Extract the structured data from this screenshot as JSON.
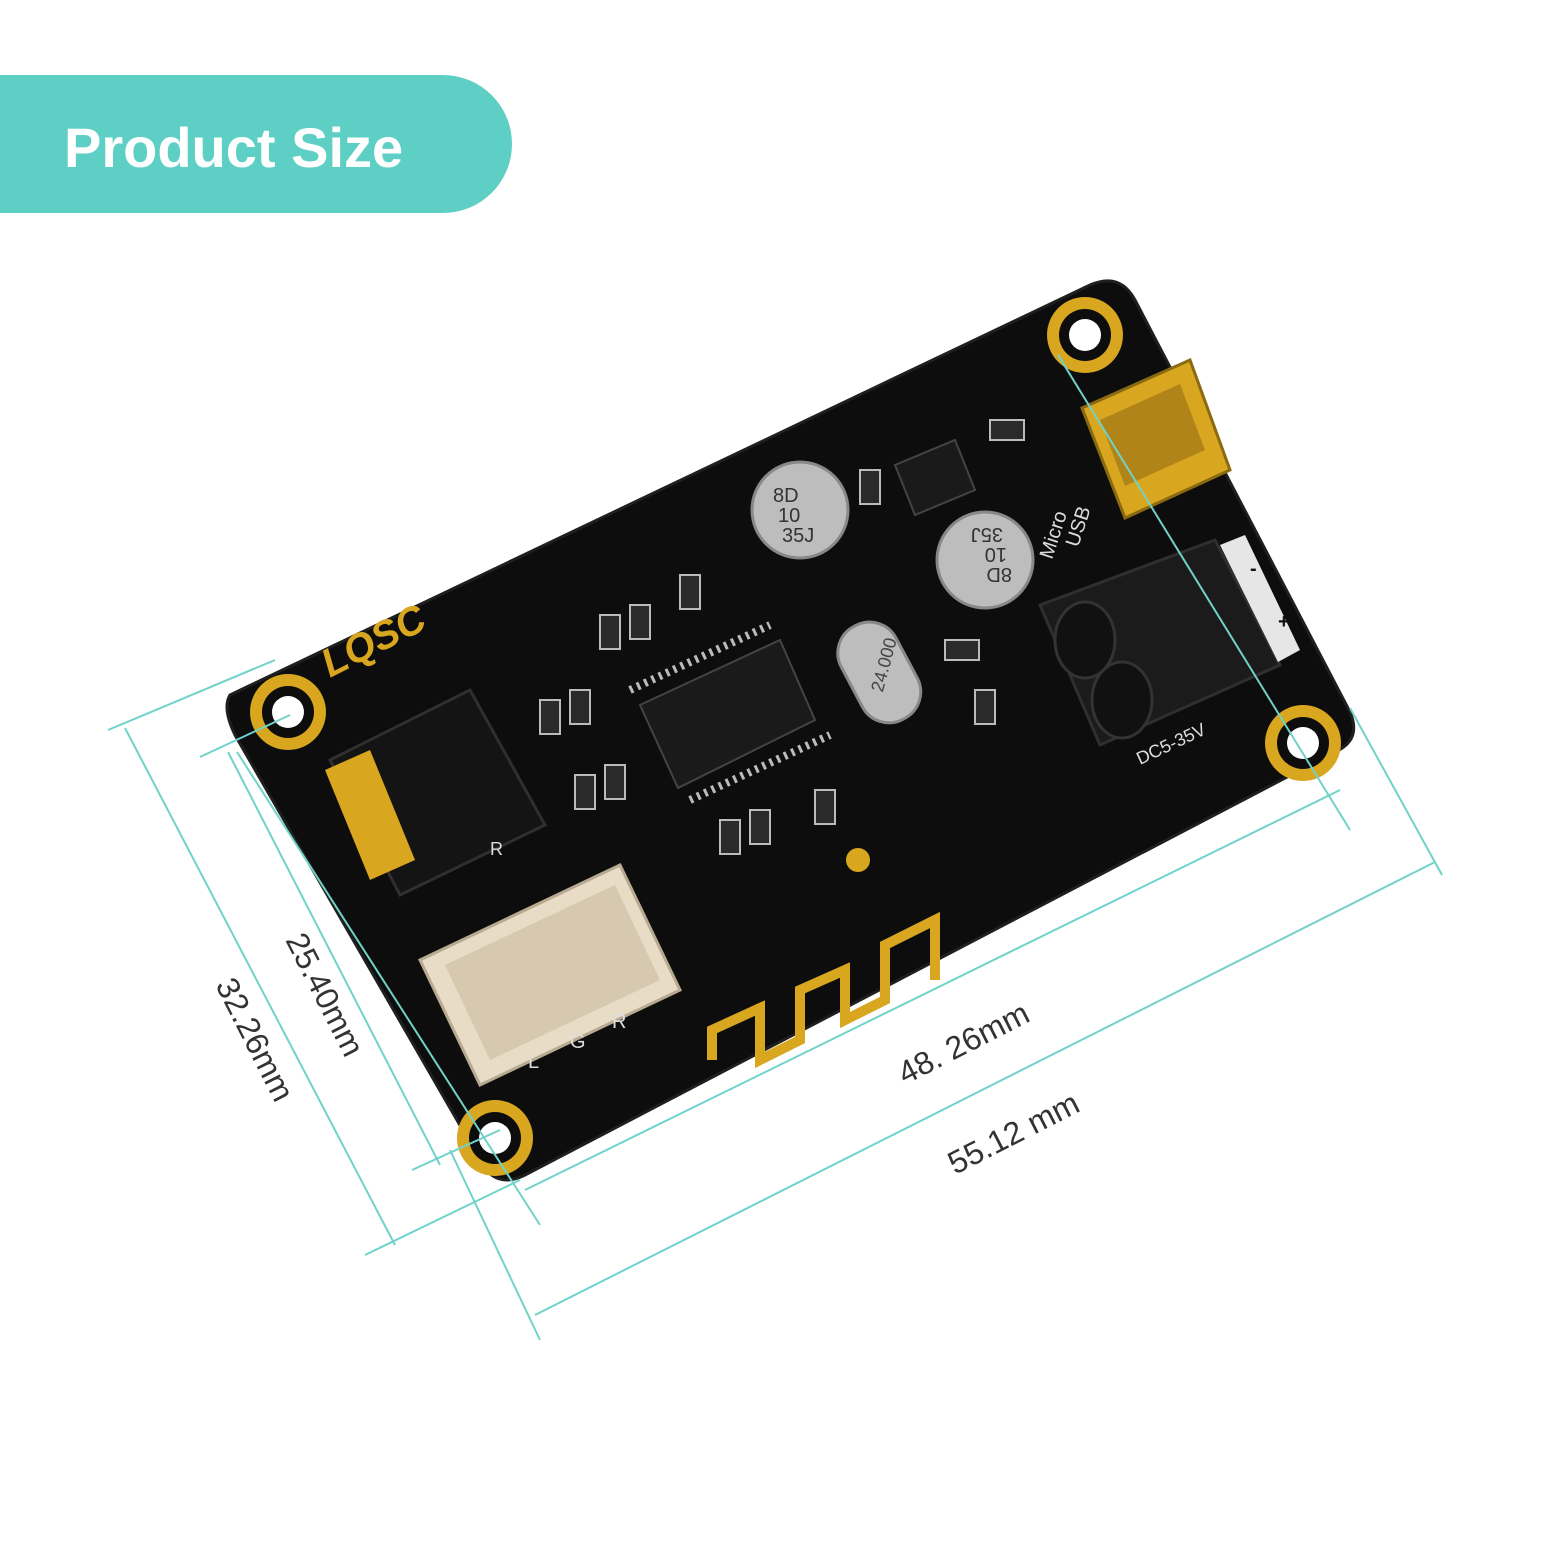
{
  "banner": {
    "title": "Product Size"
  },
  "dimensions": {
    "inner_width": "48. 26mm",
    "outer_width": "55.12 mm",
    "inner_height": "25.40mm",
    "outer_height": "32.26mm"
  },
  "board": {
    "logo": "LQSC",
    "usb_label_1": "Micro",
    "usb_label_2": "USB",
    "power_label": "DC5-35V",
    "crystal": "24.000",
    "cap1_l1": "8D",
    "cap1_l2": "10",
    "cap1_l3": "35J",
    "cap2_l1": "8D",
    "cap2_l2": "10",
    "cap2_l3": "35J",
    "pin_l": "L",
    "pin_g": "G",
    "pin_r": "R",
    "jack_r": "R",
    "term_minus": "-",
    "term_plus": "+"
  },
  "colors": {
    "banner": "#5ecfc4",
    "dimension_line": "#6fd3c9",
    "pcb": "#0d0d0d",
    "gold": "#d9a620"
  }
}
